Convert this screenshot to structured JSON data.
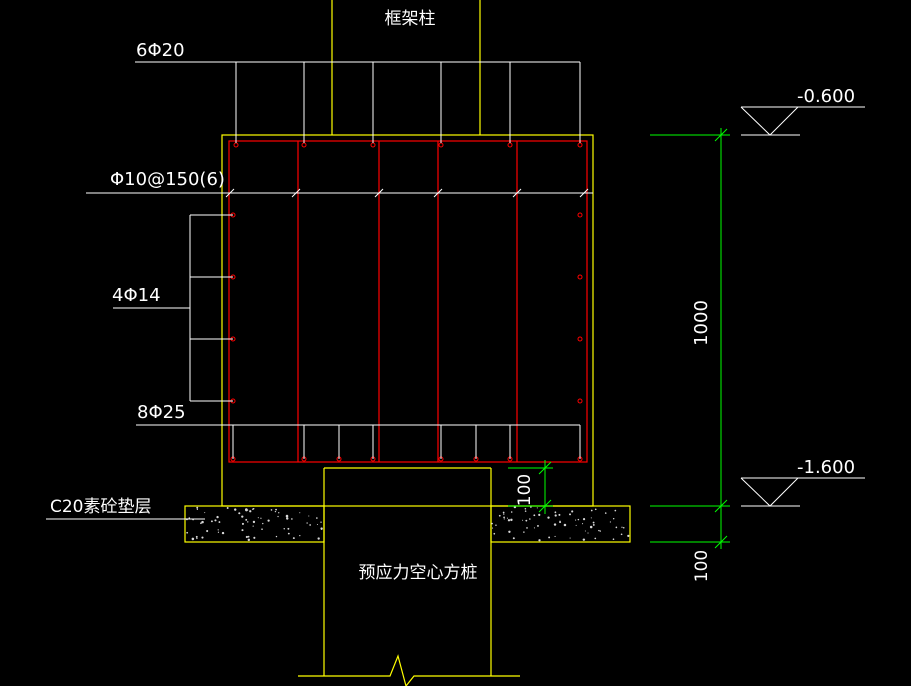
{
  "labels": {
    "frame_column": "框架柱",
    "top_rebar": "6Φ20",
    "stirrup": "Φ10@150(6)",
    "side_rebar": "4Φ14",
    "bottom_rebar": "8Φ25",
    "cushion": "C20素砼垫层",
    "pile": "预应力空心方桩"
  },
  "elevations": {
    "top": "-0.600",
    "bottom": "-1.600"
  },
  "dimensions": {
    "cap_height": "1000",
    "pile_embed": "100",
    "cushion_thickness": "100"
  },
  "colors": {
    "background": "#000000",
    "outline": "#ffff00",
    "rebar": "#ff0000",
    "leader": "#ffffff",
    "dimension": "#00ff00"
  }
}
